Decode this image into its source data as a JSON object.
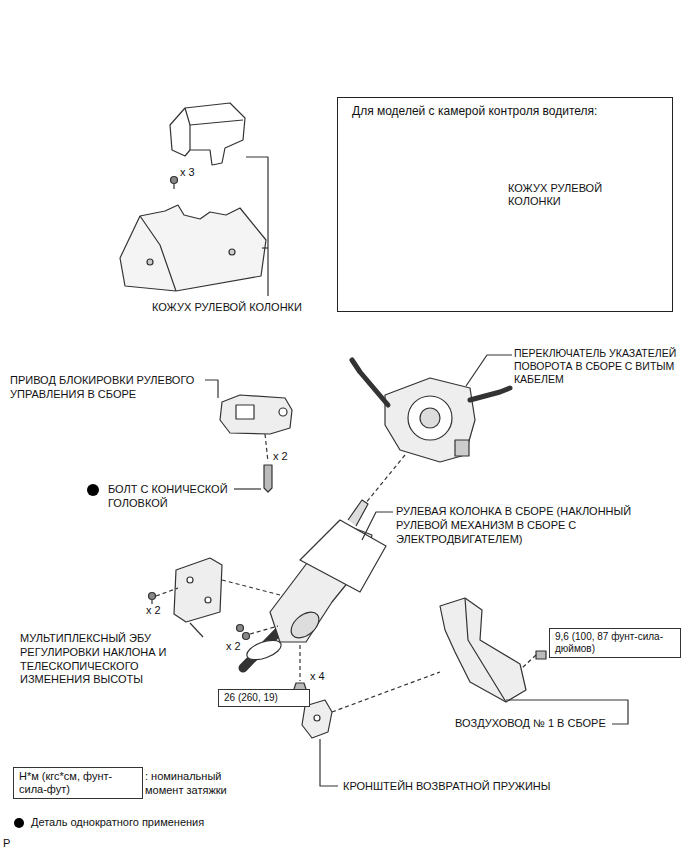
{
  "diagram": {
    "nodes": [
      {
        "text": [
          "Для моделей с камерой контроля водителя:",
          "КОЖУХ РУЛЕВОЙ КОЛОНКИ"
        ]
      },
      {
        "text": [
          "9,6 (100, 87 фунт-сила-дюймов)"
        ]
      },
      {
        "text": [
          "26 (260, 19)"
        ]
      },
      {
        "text": [
          "Н*м (кгс*см, фунт-сила-фут)"
        ]
      }
    ],
    "labels": [
      "x 3",
      "КОЖУХ РУЛЕВОЙ КОЛОНКИ",
      "ПЕРЕКЛЮЧАТЕЛЬ УКАЗАТЕЛЕЙ ПОВОРОТА В СБОРЕ С ВИТЫМ КАБЕЛЕМ",
      "ПРИВОД БЛОКИРОВКИ РУЛЕВОГО УПРАВЛЕНИЯ В СБОРЕ",
      "x 2",
      "БОЛТ С КОНИЧЕСКОЙ ГОЛОВКОЙ",
      "РУЛЕВАЯ КОЛОНКА В СБОРЕ (НАКЛОННЫЙ РУЛЕВОЙ МЕХАНИЗМ В СБОРЕ С ЭЛЕКТРОДВИГАТЕЛЕМ)",
      "x 2",
      "x 2",
      "x 4",
      "МУЛЬТИПЛЕКСНЫЙ ЭБУ РЕГУЛИРОВКИ НАКЛОНА И ТЕЛЕСКОПИЧЕСКОГО ИЗМЕНЕНИЯ ВЫСОТЫ",
      "ВОЗДУХОВОД № 1 В СБОРЕ",
      "КРОНШТЕЙН ВОЗВРАТНОЙ ПРУЖИНЫ",
      "P"
    ],
    "legend": [
      {
        "text": ": номинальный момент затяжки"
      },
      {
        "text": "Деталь однократного применения",
        "color": "#000000"
      }
    ]
  }
}
